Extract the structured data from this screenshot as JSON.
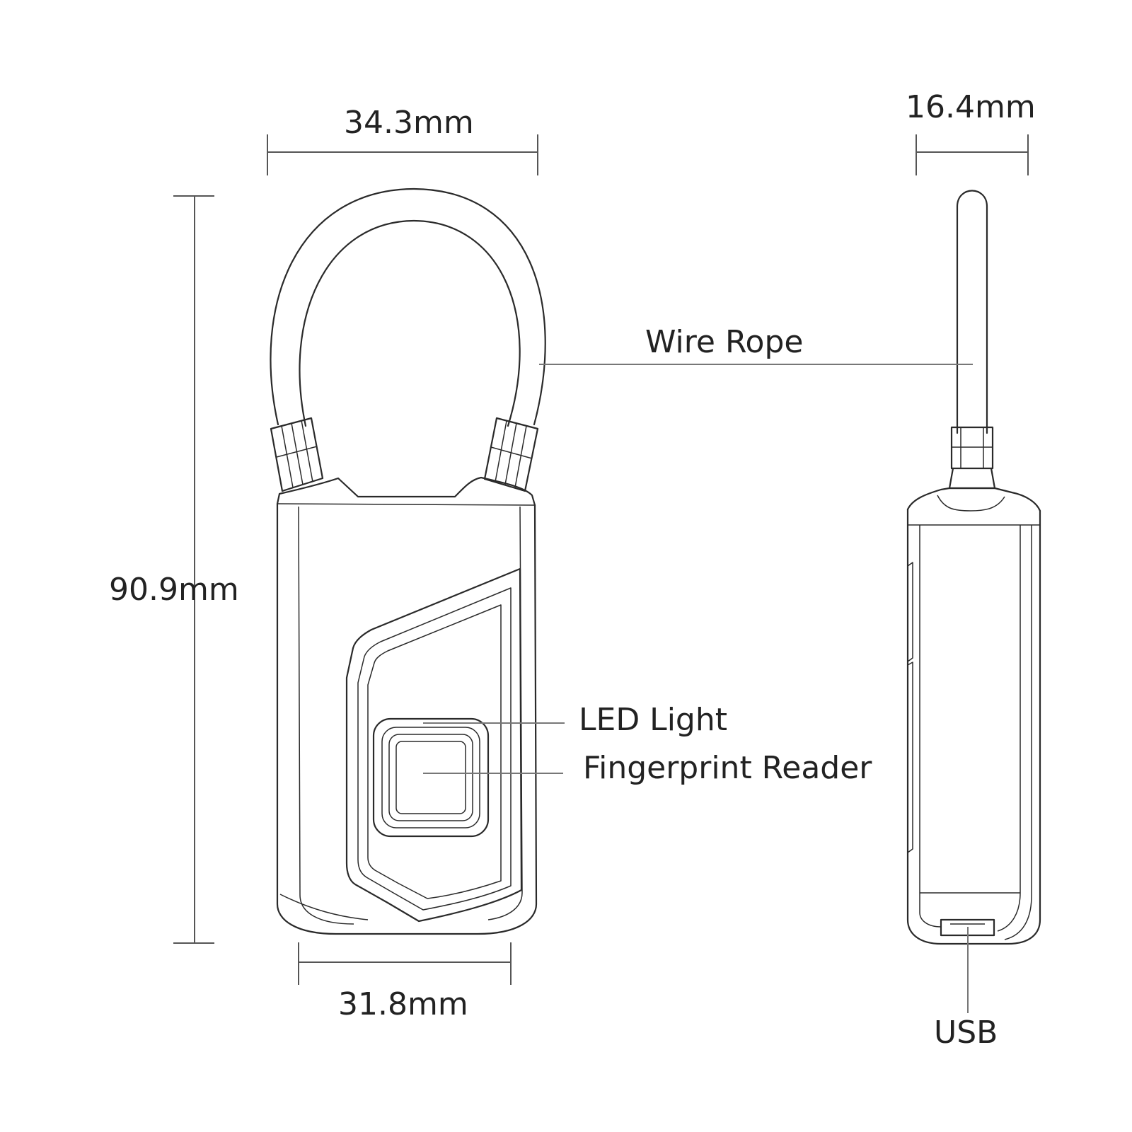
{
  "dimensions": {
    "top_width": "34.3mm",
    "side_depth": "16.4mm",
    "height": "90.9mm",
    "bottom_width": "31.8mm"
  },
  "callouts": {
    "wire_rope": "Wire Rope",
    "led_light": "LED Light",
    "fingerprint_reader": "Fingerprint Reader",
    "usb": "USB"
  },
  "colors": {
    "line": "#2a2a2a",
    "leader": "#777777",
    "text": "#222222"
  }
}
